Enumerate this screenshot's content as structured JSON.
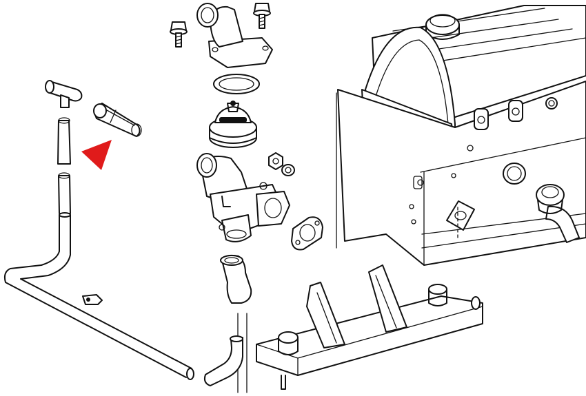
{
  "colors": {
    "line": "#111111",
    "background": "#ffffff",
    "highlight_arrow": "#e01b1b"
  },
  "parts": [
    "mounting-bolt-left",
    "mounting-bolt-right",
    "thermostat-housing-cover",
    "housing-o-ring",
    "thermostat",
    "nut",
    "washer",
    "thermostat-housing",
    "housing-gasket",
    "coolant-elbow-hose",
    "bypass-hose-upper",
    "bypass-hose-lower",
    "coolant-pipe",
    "hose-clamp",
    "highlighted-coupling-hose",
    "hose-connector-tee",
    "engine-block",
    "block-seal-ring",
    "water-pipe-fitting",
    "mounting-bracket",
    "lower-return-hose"
  ]
}
